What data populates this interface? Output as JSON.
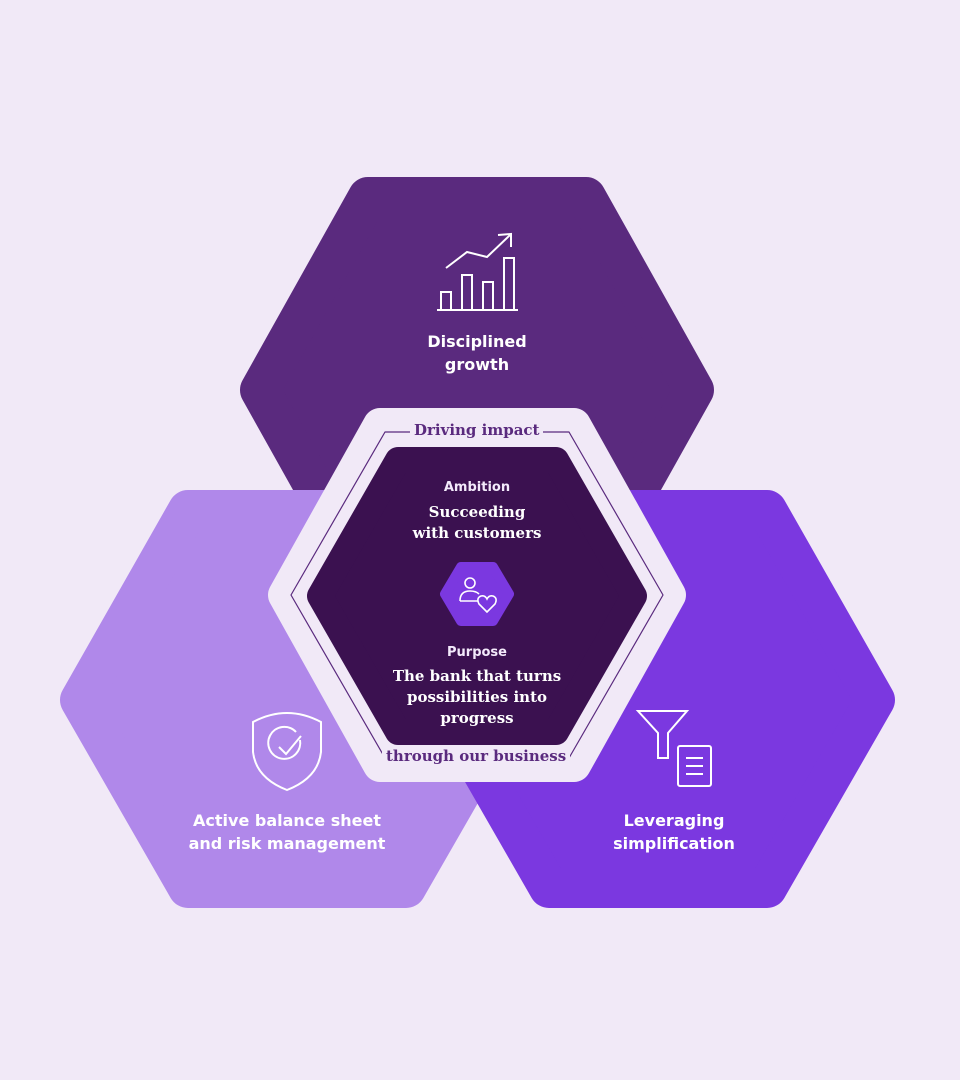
{
  "pillars": [
    {
      "label": "Disciplined growth",
      "line1": "Disciplined",
      "line2": "growth",
      "icon": "bar-chart-growth-icon",
      "color": "#5a2a7e"
    },
    {
      "label": "Active balance sheet and risk management",
      "line1": "Active balance sheet",
      "line2": "and risk management",
      "icon": "shield-check-icon",
      "color": "#b088ea"
    },
    {
      "label": "Leveraging simplification",
      "line1": "Leveraging",
      "line2": "simplification",
      "icon": "funnel-document-icon",
      "color": "#7b38e0"
    }
  ],
  "center": {
    "ring_top": "Driving impact",
    "ring_bottom": "through our business",
    "ambition_label": "Ambition",
    "ambition_line1": "Succeeding",
    "ambition_line2": "with customers",
    "icon": "person-heart-icon",
    "purpose_label": "Purpose",
    "purpose_line1": "The bank that turns",
    "purpose_line2": "possibilities into",
    "purpose_line3": "progress",
    "color": "#3b1150",
    "accent": "#7b38e0"
  }
}
